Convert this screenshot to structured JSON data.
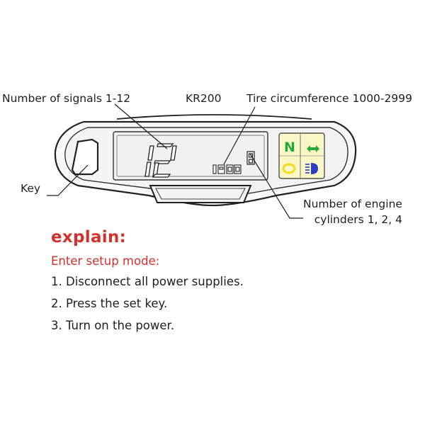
{
  "diagram": {
    "labels": {
      "signals": "Number of signals 1-12",
      "model": "KR200",
      "tire": "Tire circumference 1000-2999",
      "key": "Key",
      "cylinders_line1": "Number of engine",
      "cylinders_line2": "cylinders 1, 2, 4"
    },
    "display": {
      "big_digits": "12",
      "small_digits": "1900",
      "single_digit": "8",
      "neutral_indicator": "N"
    },
    "colors": {
      "neutral": "#22a83a",
      "turn_signal": "#22a83a",
      "oil_lamp": "#f2dc2e",
      "headlight": "#2a3ec8",
      "indicator_panel_bg": "#fbf8c8",
      "lcd_bg": "#f1f1f1"
    },
    "icons": [
      "turn-signal-arrows-icon",
      "oil-lamp-icon",
      "high-beam-icon"
    ]
  },
  "explain": {
    "title": "explain:",
    "setup_heading": "Enter setup mode:",
    "steps": [
      "1. Disconnect all power supplies.",
      "2. Press the set key.",
      "3. Turn on the power."
    ],
    "accent_color": "#d2322d"
  }
}
